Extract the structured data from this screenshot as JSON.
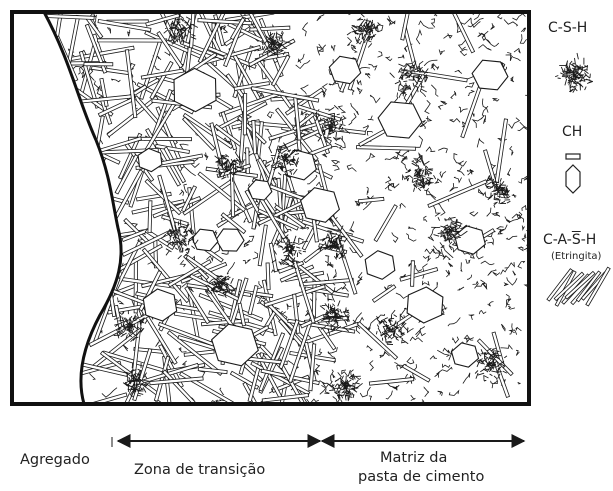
{
  "legend": {
    "csh_label": "C-S-H",
    "ch_label": "CH",
    "cash_prefix": "C-A-",
    "cash_s": "S",
    "cash_suffix": "-H",
    "ettringite_note": "(Etringita)"
  },
  "zones": {
    "aggregate": "Agregado",
    "transition": "Zona de transição",
    "matrix_line1": "Matriz da",
    "matrix_line2": "pasta de cimento"
  },
  "colors": {
    "ink": "#1a1a1a",
    "background": "#ffffff"
  }
}
